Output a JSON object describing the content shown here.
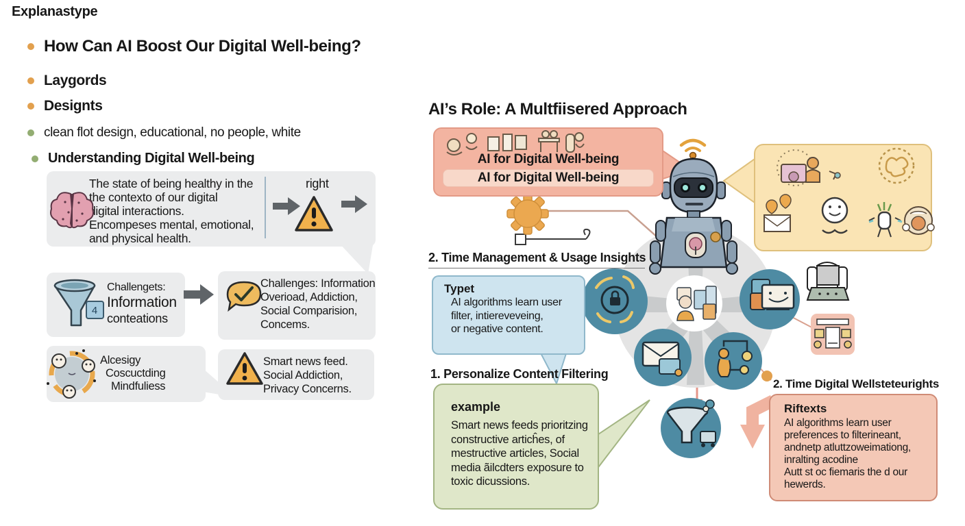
{
  "page": {
    "title": "Explanastype"
  },
  "left_panel": {
    "bullets": [
      {
        "label": "How Can AI Boost Our Digital Well-being?"
      },
      {
        "label": "Laygords"
      },
      {
        "label": "Designts"
      },
      {
        "label": "clean flot design, educational, no people,  white"
      },
      {
        "label": "Understanding Digital Well-being"
      }
    ],
    "definition_box": {
      "lines": [
        "The state of being healthy in the",
        "the contexto of our digital",
        "digital interactions.",
        "Encompeses mental, emotional,",
        "and physical health."
      ],
      "right_label": "right"
    },
    "challenge_left": {
      "lines": [
        "Challengets:",
        "Information",
        "conteations"
      ],
      "badge": "4"
    },
    "challenge_right": {
      "lines": [
        "Challenges: Information",
        "Overioad, Addiction,",
        "Social Comparision,",
        "Concems."
      ]
    },
    "mindfulness_box": {
      "lines": [
        "Alcesigy",
        "Coscuctding",
        "Mindfuliess"
      ]
    },
    "warning_box": {
      "lines": [
        "Smart news feed.",
        "Social Addiction,",
        "Privacy Concerns."
      ]
    }
  },
  "right_panel": {
    "title": "AI’s Role: A Multfiisered Approach",
    "ai_banner": {
      "line1": "AI for Digital Well-being",
      "line2": "AI for Digital Well-being"
    },
    "section2_heading": "2. Time Management & Usage Insights",
    "type_box": {
      "heading": "Typet",
      "lines": [
        "AI algorithms learn user",
        "filter, intiereveveing,",
        "or negative content."
      ]
    },
    "section1_heading": "1. Personalize Content Filtering",
    "example_box": {
      "heading": "example",
      "lines": [
        "Smart news feeds prioritzing",
        "constructive articĥes, of",
        "mestructive articles, Social",
        "media ãilcdters exposure to",
        "toxic dicussions."
      ]
    },
    "section2b_heading": "2. Time Digital Wellsteteurights",
    "insights_box": {
      "heading": "Riftexts",
      "lines": [
        "AI algorithms learn user",
        "preferences to filterineant,",
        "andnetp atluttzoweimationg,",
        "inralting acodine",
        "Autt st oc fiemaris the d our",
        "hewerds."
      ]
    }
  },
  "colors": {
    "bullet_orange": "#e2a04e",
    "bullet_green": "#93ad72",
    "gray_box": "#ebeced",
    "salmon_box": "#f3b4a1",
    "yellow_box": "#fae4b4",
    "blue_box": "#cee4ef",
    "green_box": "#dfe7c9",
    "pink_box": "#f4c8b6",
    "teal_circle": "#4e8ba3",
    "hub_gray": "#e4e4e4",
    "warning_orange": "#f0b14c"
  }
}
